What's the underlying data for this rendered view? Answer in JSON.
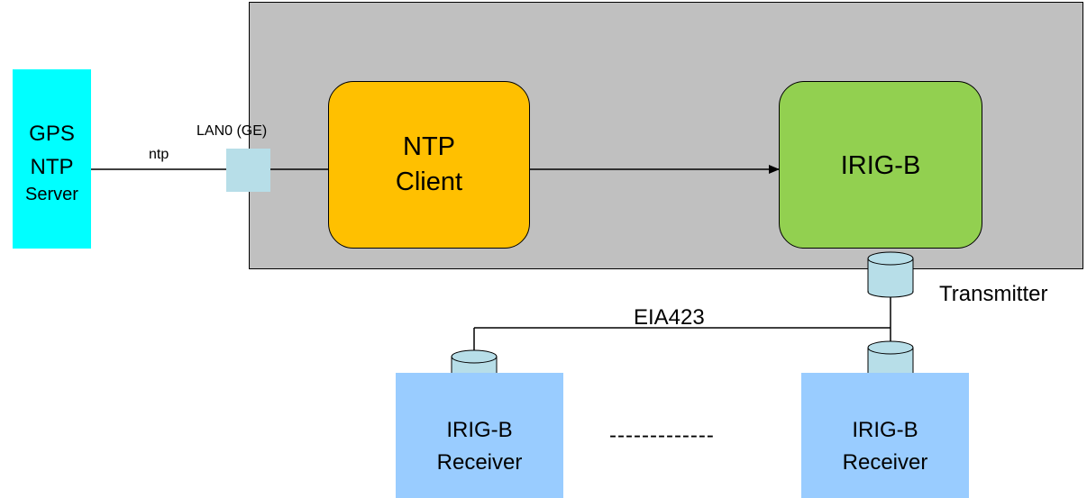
{
  "gps_server": {
    "line1": "GPS",
    "line2": "NTP",
    "line3": "Server"
  },
  "lan_port": {
    "label": "LAN0 (GE)"
  },
  "link_ntp": {
    "label": "ntp"
  },
  "ntp_client": {
    "line1": "NTP",
    "line2": "Client"
  },
  "irig_transmitter": {
    "label": "IRIG-B",
    "role": "Transmitter"
  },
  "bus": {
    "label": "EIA423"
  },
  "receivers": [
    {
      "line1": "IRIG-B",
      "line2": "Receiver"
    },
    {
      "line1": "IRIG-B",
      "line2": "Receiver"
    }
  ],
  "ellipsis": "-------------",
  "colors": {
    "device_bg": "#c0c0c0",
    "gps_bg": "#00ffff",
    "ntp_client_bg": "#ffc000",
    "irig_bg": "#92d050",
    "receiver_bg": "#99ccff",
    "connector_bg": "#b7dee8"
  }
}
